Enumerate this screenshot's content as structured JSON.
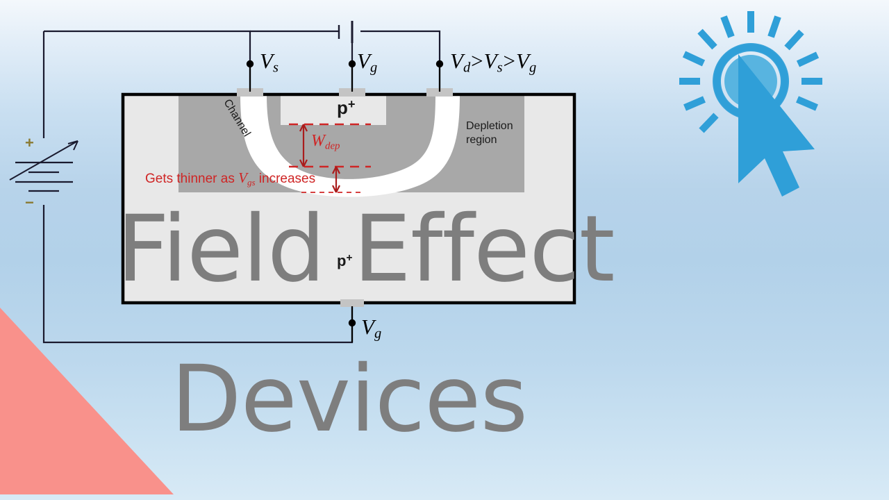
{
  "page": {
    "title_line_1": "Field Effect",
    "title_line_2": "Devices",
    "background_top": "#f4f8fc",
    "background_mid": "#b2d1e9",
    "title_color": "#7e7e7e"
  },
  "diagram": {
    "name": "jfet-cross-section",
    "body_fill": "#e8e8e8",
    "depletion_fill": "#a8a8a8",
    "channel_fill": "#ffffff",
    "outline_color": "#000000",
    "contact_fill": "#c4c4c4",
    "labels": {
      "source_node": "V",
      "source_sub": "s",
      "gate_node_top": "V",
      "gate_sub_top": "g",
      "gate_node_bottom": "V",
      "gate_sub_bottom": "g",
      "drain_relation_v1": "V",
      "drain_relation_sub1": "d",
      "drain_relation_op1": ">",
      "drain_relation_v2": "V",
      "drain_relation_sub2": "s",
      "drain_relation_op2": ">",
      "drain_relation_v3": "V",
      "drain_relation_sub3": "g",
      "p_plus_top": "p",
      "p_plus_top_sup": "+",
      "p_plus_bottom": "p",
      "p_plus_bottom_sup": "+",
      "depletion_region_line1": "Depletion",
      "depletion_region_line2": "region",
      "channel": "Channel"
    },
    "annotations": {
      "w_dep": "W",
      "w_dep_sub": "dep",
      "w_dep_color": "#cf2525",
      "thinner_prefix": "Gets thinner as ",
      "thinner_vgs": "V",
      "thinner_vgs_sub": "gs",
      "thinner_suffix": " increases",
      "thinner_color": "#cf2525"
    }
  },
  "circuit": {
    "supply_plus": "+",
    "supply_minus": "−",
    "supply_sign_color": "#8a7a33",
    "wire_color": "#1a1a2e",
    "battery_symbol": "variable-dc-source",
    "cell_symbol": "dc-cell"
  },
  "overlay": {
    "cursor_icon": "click-cursor-icon",
    "cursor_color": "#2f9fd8",
    "corner_triangle": "corner-triangle",
    "corner_triangle_color": "#f9918b"
  }
}
